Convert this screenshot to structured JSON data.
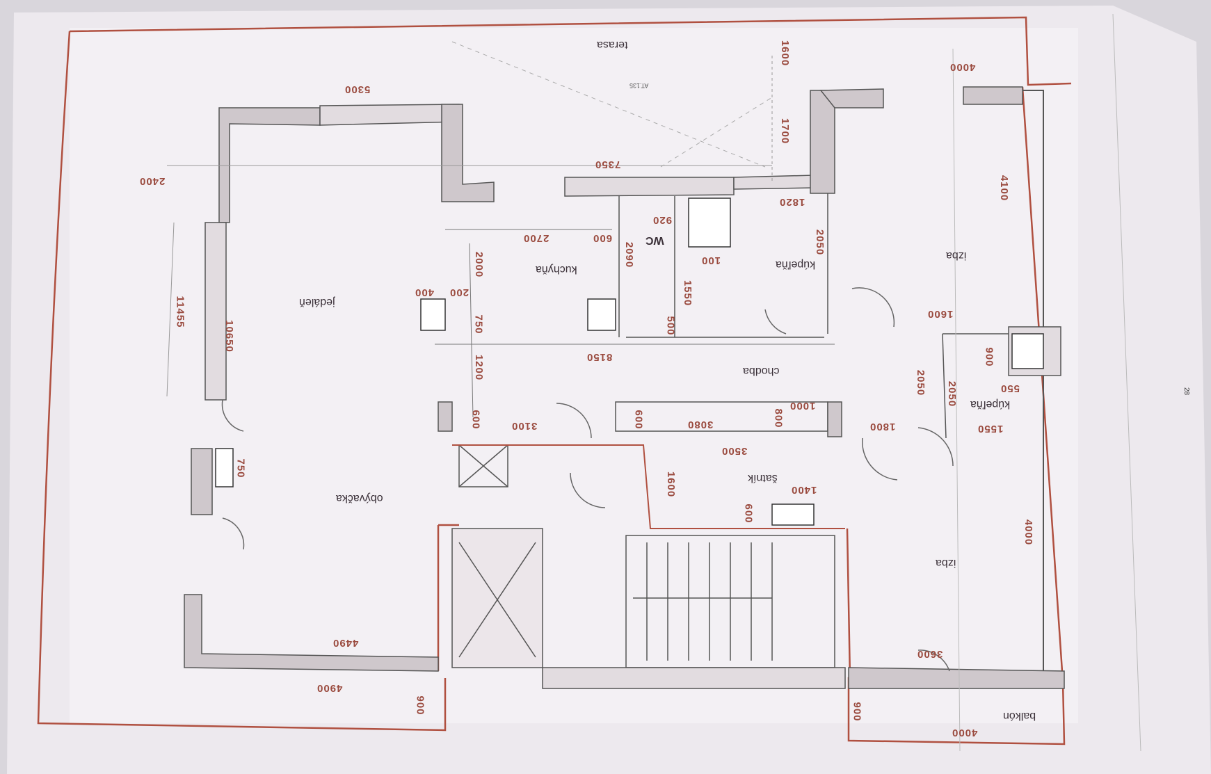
{
  "plan": {
    "rooms": {
      "terasa": "terasa",
      "jedalen": "jedáleň",
      "kuchyna": "kuchyňa",
      "wc": "WC",
      "kupelna_top": "kúpeľňa",
      "izba_top": "izba",
      "chodba": "chodba",
      "satnik": "šatník",
      "obyvacka": "obývačka",
      "kupelna_right": "kúpeľňa",
      "izba_bottom": "izba",
      "balkon": "balkón"
    },
    "dims": {
      "d5300": "5300",
      "d1600a": "1600",
      "d4000top": "4000",
      "d1700": "1700",
      "d7350": "7350",
      "d2400": "2400",
      "d1820": "1820",
      "d4100": "4100",
      "d920": "920",
      "d2700": "2700",
      "d600a": "600",
      "d2090": "2090",
      "d2050a": "2050",
      "d2000": "2000",
      "d100": "100",
      "d1550a": "1550",
      "d11455": "11455",
      "d10650": "10650",
      "d400": "400",
      "d200": "200",
      "d750a": "750",
      "d500": "500",
      "d1600b": "1600",
      "d8150": "8150",
      "d900a": "900",
      "d1200": "1200",
      "d2050b": "2050",
      "d2050c": "2050",
      "d550": "550",
      "d600b": "600",
      "d3100": "3100",
      "d600c": "600",
      "d3080": "3080",
      "d800": "800",
      "d1000": "1000",
      "d1800": "1800",
      "d1550b": "1550",
      "d750b": "750",
      "d3500": "3500",
      "d1600c": "1600",
      "d1400": "1400",
      "d600d": "600",
      "d4000mid": "4000",
      "d4490": "4490",
      "d3600": "3600",
      "d4900": "4900",
      "d900b": "900",
      "d900c": "900",
      "d4000bot": "4000"
    },
    "notes": {
      "page_num": "28",
      "level": "AT.135"
    }
  }
}
